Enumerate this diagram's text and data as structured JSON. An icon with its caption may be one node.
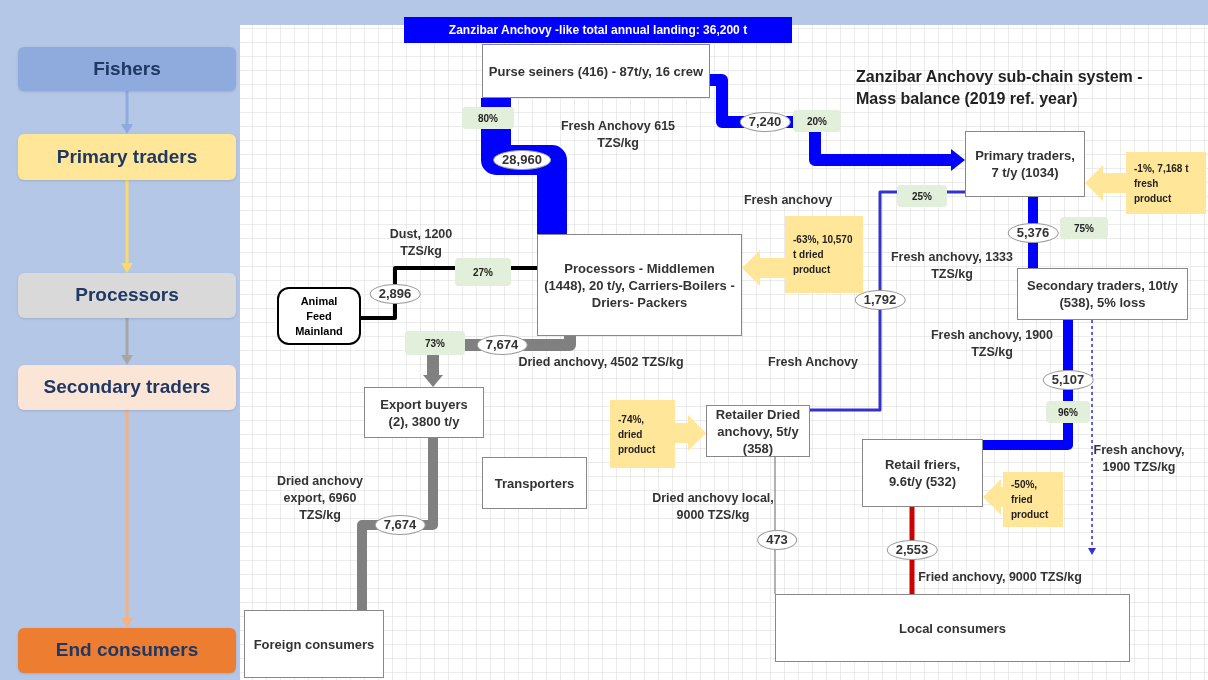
{
  "diagram": {
    "title": "Zanzibar Anchovy -like total annual landing: 36,200 t",
    "nodes": [
      {
        "text": [
          "Fishers"
        ]
      },
      {
        "text": [
          "Primary traders"
        ]
      },
      {
        "text": [
          "Processors"
        ]
      },
      {
        "text": [
          "Secondary traders"
        ]
      },
      {
        "text": [
          "End consumers"
        ]
      },
      {
        "text": [
          "Zanzibar Anchovy sub-chain system - Mass balance (2019 ref. year)"
        ]
      },
      {
        "text": [
          "Purse seiners (416) - 87t/y, 16 crew"
        ]
      },
      {
        "text": [
          "Primary traders, 7 t/y (1034)"
        ]
      },
      {
        "text": [
          "Processors - Middlemen (1448), 20 t/y, Carriers-Boilers - Driers- Packers"
        ]
      },
      {
        "text": [
          "Animal Feed Mainland"
        ]
      },
      {
        "text": [
          "Secondary traders, 10t/y (538), 5% loss"
        ]
      },
      {
        "text": [
          "Export buyers (2), 3800 t/y"
        ]
      },
      {
        "text": [
          "Retailer Dried anchovy, 5t/y (358)"
        ]
      },
      {
        "text": [
          "Transporters"
        ]
      },
      {
        "text": [
          "Retail friers, 9.6t/y (532)"
        ]
      },
      {
        "text": [
          "Foreign consumers"
        ]
      },
      {
        "text": [
          "Local consumers"
        ]
      },
      {
        "text": [
          "-1%, 7,168 t fresh product"
        ]
      },
      {
        "text": [
          "-63%, 10,570 t dried product"
        ]
      },
      {
        "text": [
          "-74%, dried product"
        ]
      },
      {
        "text": [
          "-50%, fried product"
        ]
      }
    ],
    "edges": [
      {
        "from": 0,
        "to": 1,
        "arrow": "to",
        "color": "#8faadc"
      },
      {
        "from": 1,
        "to": 2,
        "arrow": "to",
        "color": "#ffd966"
      },
      {
        "from": 2,
        "to": 3,
        "arrow": "to",
        "color": "#a6a6a6"
      },
      {
        "from": 3,
        "to": 4,
        "arrow": "to",
        "color": "#f4b183"
      },
      {
        "from": 6,
        "to": 8,
        "arrow": "none",
        "label": "28,960",
        "style": "thick",
        "color": "#0000ff"
      },
      {
        "from": 6,
        "to": 7,
        "arrow": "to",
        "label": "7,240",
        "color": "#0000ff"
      },
      {
        "from": 7,
        "to": 12,
        "arrow": "none",
        "label": "1,792",
        "color": "#3333cc"
      },
      {
        "from": 7,
        "to": 10,
        "arrow": "none",
        "label": "5,376",
        "color": "#0000ff"
      },
      {
        "from": 8,
        "to": 9,
        "arrow": "none",
        "label": "2,896",
        "color": "#000000"
      },
      {
        "from": 8,
        "to": 11,
        "arrow": "to",
        "label": "7,674",
        "color": "#808080"
      },
      {
        "from": 11,
        "to": 15,
        "arrow": "none",
        "label": "7,674",
        "color": "#808080"
      },
      {
        "from": 10,
        "to": 14,
        "arrow": "none",
        "label": "5,107",
        "color": "#0000ff"
      },
      {
        "from": 10,
        "to": null,
        "arrow": "to",
        "style": "dashed",
        "color": "#3333cc"
      },
      {
        "from": 12,
        "to": 16,
        "arrow": "none",
        "label": "473",
        "color": "#999999"
      },
      {
        "from": 14,
        "to": 16,
        "arrow": "none",
        "label": "2,553",
        "color": "#cc0000"
      },
      {
        "from": 17,
        "to": 7,
        "arrow": "to",
        "style": "thick",
        "color": "#ffe699"
      },
      {
        "from": 18,
        "to": 8,
        "arrow": "to",
        "style": "thick",
        "color": "#ffe699"
      },
      {
        "from": 19,
        "to": 12,
        "arrow": "to",
        "style": "thick",
        "color": "#ffe699"
      },
      {
        "from": 20,
        "to": 14,
        "arrow": "to",
        "style": "thick",
        "color": "#ffe699"
      }
    ],
    "labels": [
      "80%",
      "Fresh Anchovy 615 TZS/kg",
      "20%",
      "Fresh anchovy",
      "25%",
      "75%",
      "Dust, 1200 TZS/kg",
      "27%",
      "Fresh anchovy, 1333 TZS/kg",
      "Fresh anchovy, 1900 TZS/kg",
      "73%",
      "Dried anchovy, 4502 TZS/kg",
      "Fresh Anchovy",
      "96%",
      "Fresh anchovy, 1900 TZS/kg",
      "Dried anchovy export, 6960 TZS/kg",
      "Dried anchovy local, 9000 TZS/kg",
      "Fried anchovy, 9000 TZS/kg"
    ]
  }
}
